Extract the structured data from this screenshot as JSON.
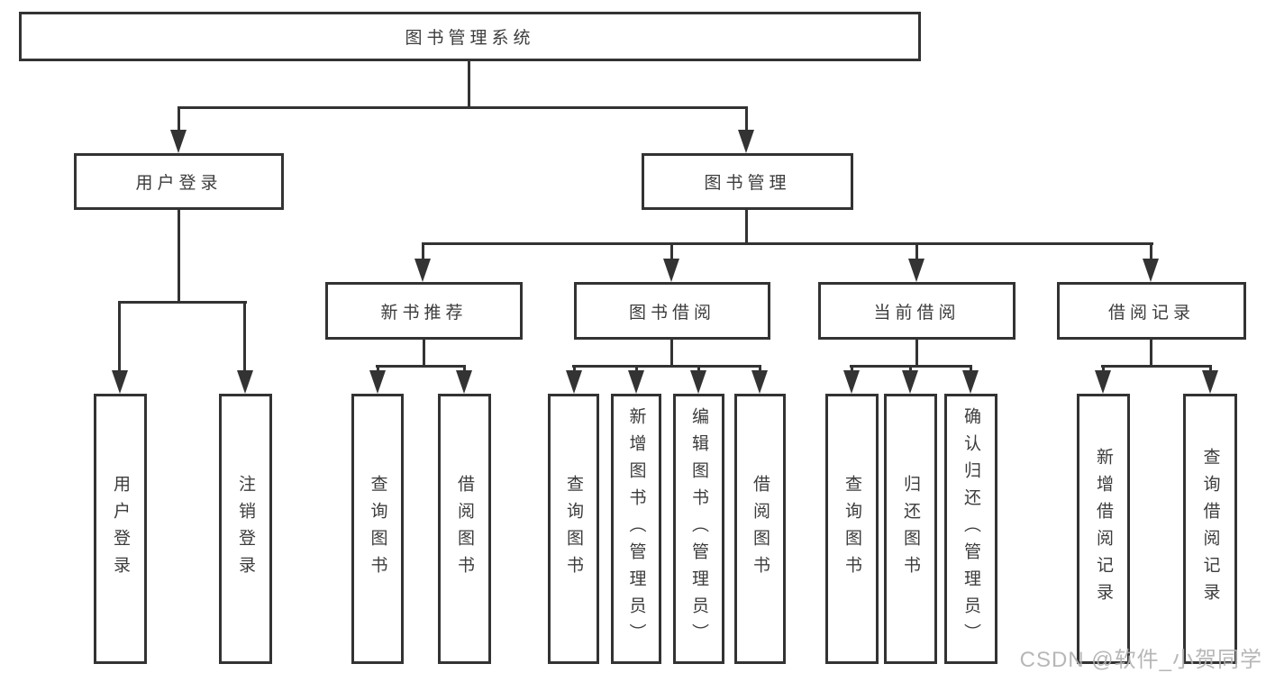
{
  "diagram": {
    "title": "图书管理系统",
    "watermark": "CSDN @软件_小贺同学",
    "colors": {
      "line": "#333333",
      "box_border": "#333333",
      "box_bg": "#ffffff",
      "text": "#3c3c3c",
      "watermark": "#b0b0b0",
      "background": "#ffffff"
    },
    "nodes": {
      "root": {
        "label": "图书管理系统"
      },
      "l2": [
        {
          "label": "用户登录"
        },
        {
          "label": "图书管理"
        }
      ],
      "l3": [
        {
          "label": "新书推荐"
        },
        {
          "label": "图书借阅"
        },
        {
          "label": "当前借阅"
        },
        {
          "label": "借阅记录"
        }
      ],
      "leaves": {
        "userLogin": [
          "用户登录",
          "注销登录"
        ],
        "newRec": [
          "查询图书",
          "借阅图书"
        ],
        "borrow": [
          "查询图书",
          "新增图书（管理员）",
          "编辑图书（管理员）",
          "借阅图书"
        ],
        "current": [
          "查询图书",
          "归还图书",
          "确认归还（管理员）"
        ],
        "records": [
          "新增借阅记录",
          "查询借阅记录"
        ]
      }
    }
  }
}
